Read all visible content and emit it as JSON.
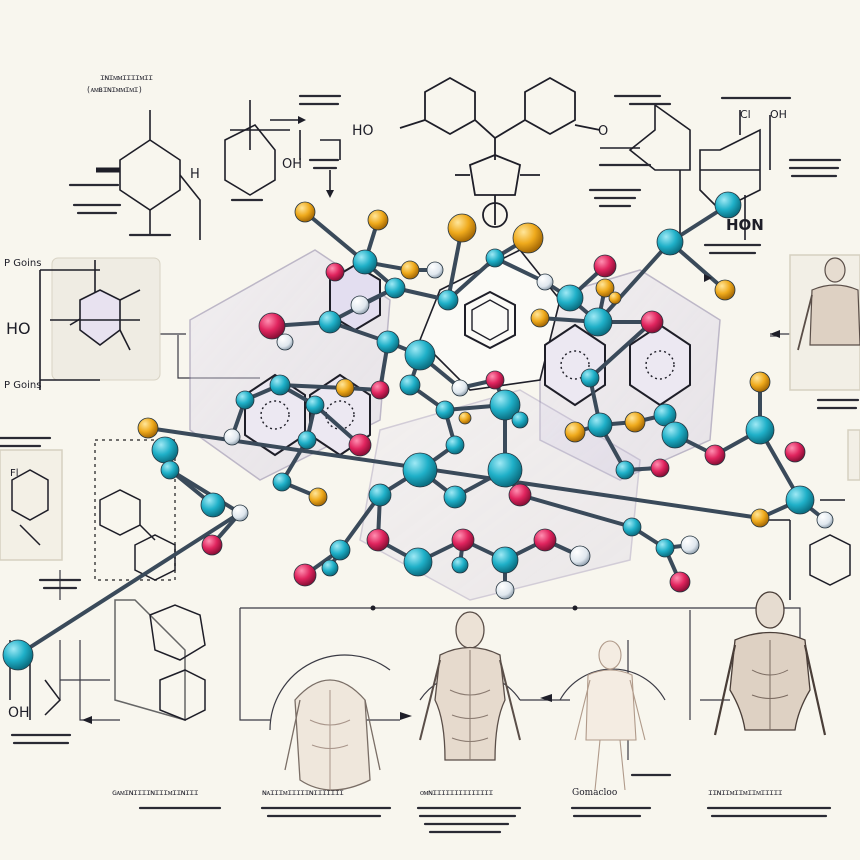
{
  "labels": {
    "ho_left": "HO",
    "ho_top": "HO",
    "h_small": "H",
    "oh_top": "OH",
    "o_small": "O",
    "hon_right": "HON",
    "oh_bottom_left": "OH",
    "goins_top": "P Goins",
    "goins_bottom": "P Goins",
    "cl_1": "Cl",
    "oh_mid": "OH",
    "fl_1": "Fl"
  },
  "scribbles": {
    "top_left_a": "ɪɴɪᴍᴍɪɪɪɪᴍɪɪ",
    "top_left_b": "(ᴀᴍʙɪɴɪᴍᴍɪᴍɪ)",
    "bottom_1": "ɢᴀᴍɪɴɪɪɪɪɴɪɪɪᴍɪɪɴɪɪɪ",
    "bottom_2": "ɴᴀɪɪɪᴍɪɪɪɪɪɴɪɪɪɪɪɪɪ",
    "bottom_3": "ᴏᴍɴɪɪɪɪɪɪɪɪɪɪɪɪɪɪ",
    "bottom_4": "Gomacloo",
    "bottom_5": "ɪɪɴɪɪᴍɪɪᴍɪɪᴍɪɪɪɪɪ"
  },
  "colors": {
    "cyan": "#1fb0c8",
    "magenta": "#e0245e",
    "gold": "#efaa1c",
    "white_atom": "#e8eef3",
    "bond": "#3a4a5a",
    "line": "#2a2a34",
    "ring_fill": "#dcd6e8"
  }
}
